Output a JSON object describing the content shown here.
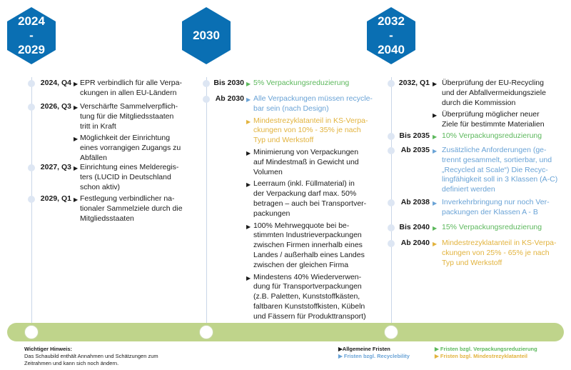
{
  "colors": {
    "hex": "#0a6fb3",
    "general": "#1a1a1a",
    "recyclability": "#6aa3d6",
    "reduction": "#5cb85c",
    "min_recyclate": "#e2b33e",
    "timeline": "#bfd48b"
  },
  "periods": [
    {
      "label": "2024\n-\n2029"
    },
    {
      "label": "2030"
    },
    {
      "label": "2032\n-\n2040"
    }
  ],
  "columns": [
    {
      "entries": [
        {
          "label": "2024, Q4",
          "items": [
            {
              "type": "general",
              "text": "EPR verbindlich für alle Verpa-\nckungen in allen EU-Ländern"
            }
          ]
        },
        {
          "label": "2026, Q3",
          "items": [
            {
              "type": "general",
              "text": "Verschärfte Sammelverpflich-\ntung für die Mitgliedsstaaten\ntritt in Kraft"
            },
            {
              "type": "general",
              "text": "Möglichkeit der Einrichtung\neines vorrangigen Zugangs zu\nAbfällen"
            }
          ]
        },
        {
          "label": "2027, Q3",
          "items": [
            {
              "type": "general",
              "text": "Einrichtung eines Melderegis-\nters (LUCID in Deutschland\nschon aktiv)"
            }
          ]
        },
        {
          "label": "2029, Q1",
          "items": [
            {
              "type": "general",
              "text": "Festlegung verbindlicher na-\ntionaler Sammelziele durch die\nMitgliedsstaaten"
            }
          ]
        }
      ]
    },
    {
      "entries": [
        {
          "label": "Bis 2030",
          "items": [
            {
              "type": "reduction",
              "text": "5% Verpackungsreduzierung"
            }
          ]
        },
        {
          "label": "Ab 2030",
          "items": [
            {
              "type": "recyclability",
              "text": "Alle Verpackungen müssen recycle-\nbar sein (nach Design)"
            },
            {
              "type": "min_recyclate",
              "text": "Mindestrezyklatanteil in KS-Verpa-\nckungen von 10% - 35% je nach\nTyp und Werkstoff"
            },
            {
              "type": "general",
              "text": "Minimierung von Verpackungen\nauf Mindestmaß in Gewicht und\nVolumen"
            },
            {
              "type": "general",
              "text": "Leerraum (inkl. Füllmaterial) in\nder Verpackung darf max. 50%\nbetragen – auch bei Transportver-\npackungen"
            },
            {
              "type": "general",
              "text": "100% Mehrwegquote bei be-\nstimmten Industrieverpackungen\nzwischen Firmen innerhalb eines\nLandes / außerhalb eines Landes\nzwischen der gleichen Firma"
            },
            {
              "type": "general",
              "text": "Mindestens 40% Wiederverwen-\ndung für Transportverpackungen\n(z.B. Paletten, Kunststoffkästen,\nfaltbaren Kunststoffkisten, Kübeln\nund Fässern für Produkttransport)"
            }
          ]
        }
      ]
    },
    {
      "entries": [
        {
          "label": "2032, Q1",
          "items": [
            {
              "type": "general",
              "text": "Überprüfung der EU-Recycling\nund der Abfallvermeidungsziele\ndurch die Kommission"
            },
            {
              "type": "general",
              "text": "Überprüfung möglicher neuer\nZiele für bestimmte Materialien"
            }
          ]
        },
        {
          "label": "Bis 2035",
          "items": [
            {
              "type": "reduction",
              "text": "10% Verpackungsreduzierung"
            }
          ]
        },
        {
          "label": "Ab 2035",
          "items": [
            {
              "type": "recyclability",
              "text": "Zusätzliche Anforderungen (ge-\ntrennt gesammelt, sortierbar, und\n„Recycled at Scale“) Die Recyc-\nlingfähigkeit soll in 3 Klassen (A-C)\ndefiniert werden"
            }
          ]
        },
        {
          "label": "Ab 2038",
          "items": [
            {
              "type": "recyclability",
              "text": "Inverkehrbringung nur noch Ver-\npackungen der Klassen A - B"
            }
          ]
        },
        {
          "label": "Bis 2040",
          "items": [
            {
              "type": "reduction",
              "text": "15% Verpackungsreduzierung"
            }
          ]
        },
        {
          "label": "Ab 2040",
          "items": [
            {
              "type": "min_recyclate",
              "text": "Mindestrezyklatanteil in KS-Verpa-\nckungen von 25% - 65% je nach\nTyp und Werkstoff"
            }
          ]
        }
      ]
    }
  ],
  "note": {
    "title": "Wichtiger Hinweis:",
    "text": "Das Schaubild enthält Annahmen und Schätzungen zum Zeitrahmen und kann sich noch ändern."
  },
  "legend": [
    {
      "type": "general",
      "label": "Allgemeine Fristen"
    },
    {
      "type": "recyclability",
      "label": "Fristen bzgl. Recyclebility"
    },
    {
      "type": "reduction",
      "label": "Fristen bzgl. Verpackungsreduzierung"
    },
    {
      "type": "min_recyclate",
      "label": "Fristen bzgl. Mindestrezyklatanteil"
    }
  ]
}
